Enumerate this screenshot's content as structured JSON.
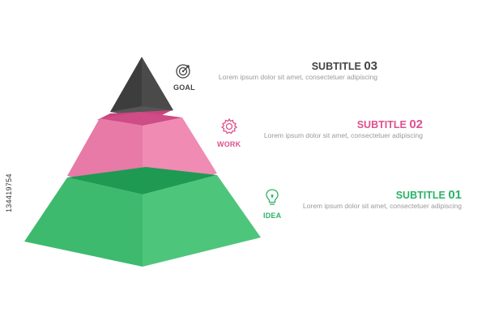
{
  "tiers": [
    {
      "id": "top",
      "icon": "target-icon",
      "label": "GOAL",
      "subtitle": "SUBTITLE",
      "subtitle_num": "03",
      "description": "Lorem ipsum dolor sit amet, consectetuer adipiscing",
      "color": "#444444",
      "accent": "#444444"
    },
    {
      "id": "middle",
      "icon": "gear-icon",
      "label": "WORK",
      "subtitle": "SUBTITLE",
      "subtitle_num": "02",
      "description": "Lorem ipsum dolor sit amet, consectetuer adipiscing",
      "color": "#e46fa0",
      "accent": "#e0508e"
    },
    {
      "id": "bottom",
      "icon": "lightbulb-icon",
      "label": "IDEA",
      "subtitle": "SUBTITLE",
      "subtitle_num": "01",
      "description": "Lorem ipsum dolor sit amet, consectetuer adipiscing",
      "color": "#3dba6e",
      "accent": "#2bb266"
    }
  ],
  "stock_id": "134419754"
}
